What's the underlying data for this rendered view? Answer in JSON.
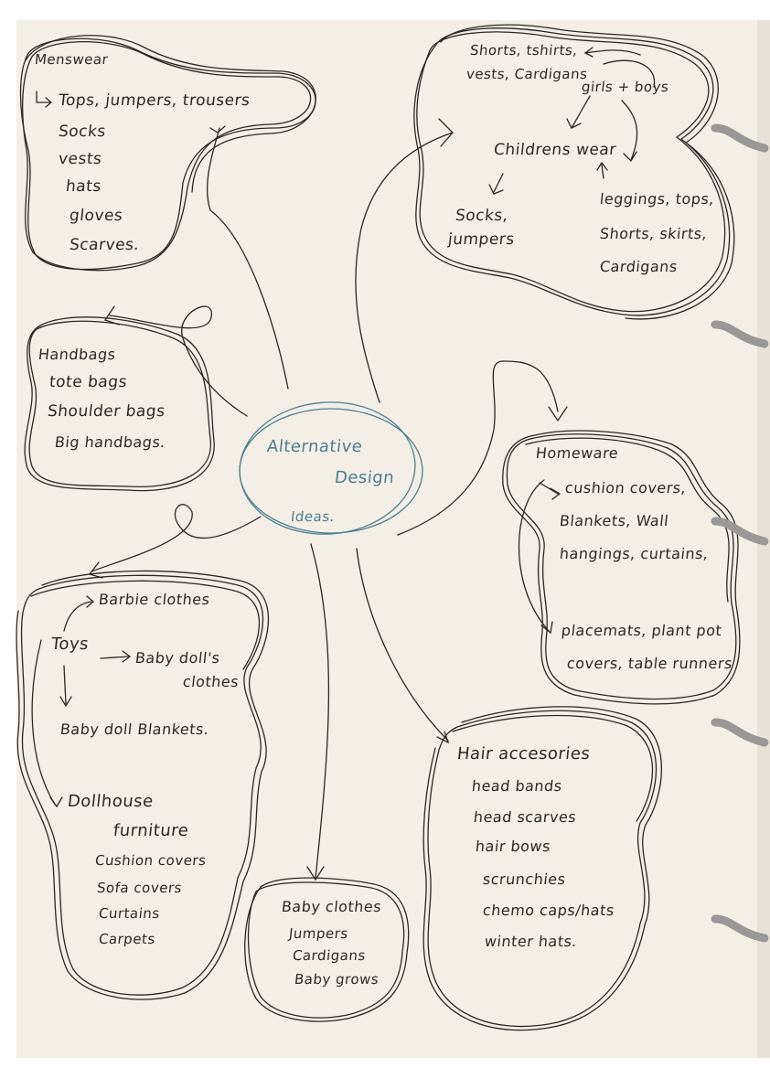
{
  "center": {
    "lines": [
      "Alternative",
      "Design",
      "Ideas."
    ],
    "color": "#4f7e8f"
  },
  "menswear": {
    "title": "Menswear",
    "header_item": "Tops, jumpers, trousers",
    "items": [
      "Socks",
      "vests",
      "hats",
      "gloves",
      "Scarves."
    ]
  },
  "childrens": {
    "top_line1": "Shorts, tshirts,",
    "top_line2": "vests, Cardigans",
    "split": "girls + boys",
    "title": "Childrens wear",
    "left_line1": "Socks,",
    "left_line2": "jumpers",
    "right_lines": [
      "leggings, tops,",
      "Shorts, skirts,",
      "Cardigans"
    ]
  },
  "handbags": {
    "title": "Handbags",
    "items": [
      "tote bags",
      "Shoulder bags",
      "Big handbags."
    ]
  },
  "homeware": {
    "title": "Homeware",
    "lines_a": [
      "cushion covers,",
      "Blankets, Wall",
      "hangings, curtains,"
    ],
    "lines_b": [
      "placemats, plant pot",
      "covers, table runners"
    ]
  },
  "toys": {
    "barbie": "Barbie clothes",
    "title": "Toys",
    "baby_doll_line1": "Baby doll's",
    "baby_doll_line2": "clothes",
    "blankets": "Baby doll Blankets.",
    "dollhouse_line1": "Dollhouse",
    "dollhouse_line2": "furniture",
    "items": [
      "Cushion covers",
      "Sofa covers",
      "Curtains",
      "Carpets"
    ]
  },
  "baby": {
    "title": "Baby clothes",
    "items": [
      "Jumpers",
      "Cardigans",
      "Baby grows"
    ]
  },
  "hair": {
    "title": "Hair accesories",
    "items": [
      "head bands",
      "head scarves",
      "hair bows",
      "scrunchies",
      "chemo caps/hats",
      "winter hats."
    ]
  },
  "colors": {
    "paper": "#f3eee6",
    "ink": "#2b2724",
    "center_ink": "#4f7e8f",
    "binder_ring": "#9a9896"
  }
}
